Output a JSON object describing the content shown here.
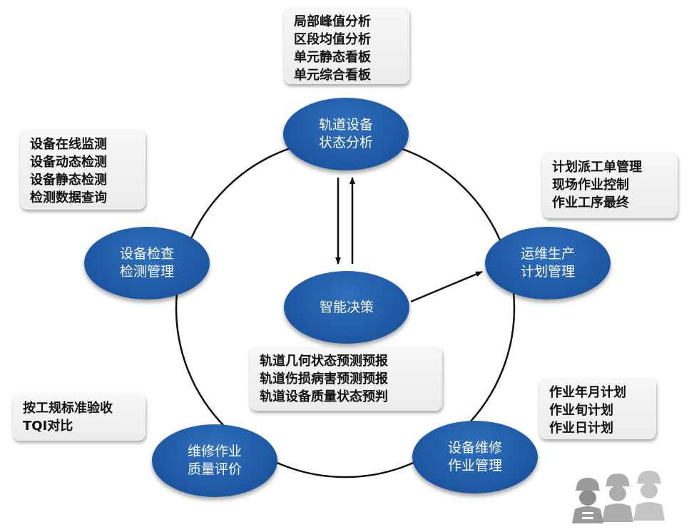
{
  "nodes": {
    "track_analysis": [
      "轨道设备",
      "状态分析"
    ],
    "ops_plan": [
      "运维生产",
      "计划管理"
    ],
    "maintenance": [
      "设备维修",
      "作业管理"
    ],
    "quality": [
      "维修作业",
      "质量评价"
    ],
    "inspection": [
      "设备检查",
      "检测管理"
    ],
    "decision": [
      "智能决策"
    ]
  },
  "boxes": {
    "track_analysis": [
      "局部峰值分析",
      "区段均值分析",
      "单元静态看板",
      "单元综合看板"
    ],
    "inspection": [
      "设备在线监测",
      "设备动态检测",
      "设备静态检测",
      "检测数据查询"
    ],
    "ops_plan": [
      "计划派工单管理",
      "现场作业控制",
      "作业工序最终"
    ],
    "decision": [
      "轨道几何状态预测预报",
      "轨道伤损病害预测预报",
      "轨道设备质量状态预判"
    ],
    "maintenance": [
      "作业年月计划",
      "作业旬计划",
      "作业日计划"
    ],
    "quality": [
      "按工规标准验收",
      "TQI对比"
    ]
  },
  "colors": {
    "node_fill": "#1f5aa6",
    "node_text": "#ffffff",
    "box_fill": "#efefef",
    "line": "#111111",
    "worker_icon": "#9a9a9a"
  },
  "icons": [
    "worker-helmet-icon",
    "worker-helmet-icon",
    "worker-helmet-icon"
  ]
}
